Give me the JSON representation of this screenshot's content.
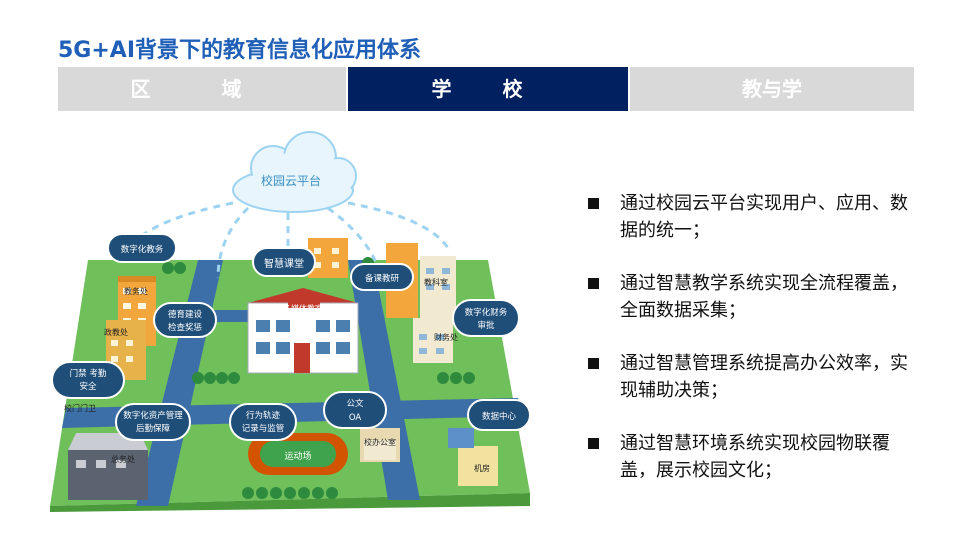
{
  "title": "5G+AI背景下的教育信息化应用体系",
  "tabs": [
    {
      "label": "区 域",
      "active": false
    },
    {
      "label": "学 校",
      "active": true
    },
    {
      "label": "教与学",
      "active": false
    }
  ],
  "colors": {
    "title": "#1f5fb8",
    "tab_active": "#002060",
    "tab_inactive": "#d9d9d9",
    "bubble": "#1f4e79"
  },
  "illustration": {
    "cloud": "校园云平台",
    "bubbles": {
      "digital_affairs": "数字化教务",
      "smart_class": "智慧课堂",
      "teaching_research": "备课教研",
      "moral_1": "德育建设",
      "moral_2": "检查奖惩",
      "finance_1": "数字化财务",
      "finance_2": "审批",
      "gate_1": "门禁 考勤",
      "gate_2": "安全",
      "asset_1": "数字化资产管理",
      "asset_2": "后勤保障",
      "track_1": "行为轨迹",
      "track_2": "记录与监管",
      "oa_1": "公文",
      "oa_2": "OA",
      "datacenter": "数据中心"
    },
    "buildings": {
      "academic": "教务处",
      "politics": "政教处",
      "media": "多媒体教室",
      "lab": "教科室",
      "finance": "财务处",
      "gate": "校门门卫",
      "general": "总务处",
      "field": "运动场",
      "office": "校办公室",
      "server": "机房"
    }
  },
  "bullets": [
    "通过校园云平台实现用户、应用、数据的统一；",
    "通过智慧教学系统实现全流程覆盖，全面数据采集；",
    "通过智慧管理系统提高办公效率，实现辅助决策；",
    "通过智慧环境系统实现校园物联覆盖，展示校园文化；"
  ]
}
